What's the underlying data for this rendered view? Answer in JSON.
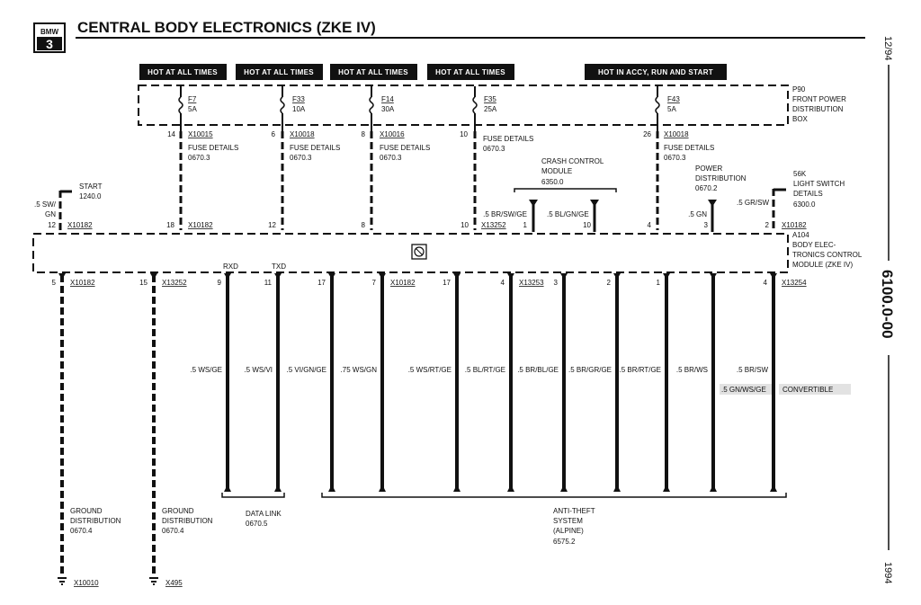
{
  "header": {
    "logo_top": "BMW",
    "logo_bottom": "3",
    "title": "CENTRAL BODY ELECTRONICS (ZKE IV)"
  },
  "side": {
    "date": "12/94",
    "section": "6100.0-00",
    "year": "1994"
  },
  "power_headers": [
    "HOT AT ALL TIMES",
    "HOT AT ALL TIMES",
    "HOT AT ALL TIMES",
    "HOT AT ALL TIMES",
    "HOT IN ACCY, RUN AND START"
  ],
  "fuse_box": {
    "id": "P90",
    "line1": "FRONT POWER",
    "line2": "DISTRIBUTION",
    "line3": "BOX",
    "fuses": [
      {
        "name": "F7",
        "amps": "5A",
        "pin": "14",
        "connector": "X10015",
        "d1": "FUSE DETAILS",
        "d2": "0670.3",
        "bottom_pin": "18",
        "bottom_conn": "X10182"
      },
      {
        "name": "F33",
        "amps": "10A",
        "pin": "6",
        "connector": "X10018",
        "d1": "FUSE DETAILS",
        "d2": "0670.3",
        "bottom_pin": "12",
        "bottom_conn": ""
      },
      {
        "name": "F14",
        "amps": "30A",
        "pin": "8",
        "connector": "X10016",
        "d1": "FUSE DETAILS",
        "d2": "0670.3",
        "bottom_pin": "8",
        "bottom_conn": ""
      },
      {
        "name": "F35",
        "amps": "25A",
        "pin": "10",
        "connector": "",
        "d1": "FUSE DETAILS",
        "d2": "0670.3",
        "bottom_pin": "10",
        "bottom_conn": "X13252"
      },
      {
        "name": "F43",
        "amps": "5A",
        "pin": "26",
        "connector": "X10018",
        "d1": "FUSE DETAILS",
        "d2": "0670.3",
        "bottom_pin": "4",
        "bottom_conn": ""
      }
    ]
  },
  "start": {
    "label": "START",
    "ref": "1240.0",
    "wire1": ".5 SW/",
    "wire2": "GN",
    "pin": "12",
    "conn": "X10182"
  },
  "crash": {
    "line1": "CRASH CONTROL",
    "line2": "MODULE",
    "ref": "6350.0",
    "wire_a": ".5 BR/SW/GE",
    "pin_a": "1",
    "wire_b": ".5 BL/GN/GE",
    "pin_b": "10"
  },
  "power_dist": {
    "line1": "POWER",
    "line2": "DISTRIBUTION",
    "ref": "0670.2",
    "wire": ".5 GN",
    "pin": "3"
  },
  "light_switch": {
    "code": "56K",
    "line1": "LIGHT SWITCH",
    "line2": "DETAILS",
    "ref": "6300.0",
    "wire": ".5 GR/SW",
    "pin": "2",
    "conn": "X10182"
  },
  "module": {
    "id": "A104",
    "line1": "BODY ELEC-",
    "line2": "TRONICS CONTROL",
    "line3": "MODULE (ZKE IV)",
    "rxd": "RXD",
    "txd": "TXD"
  },
  "bottom_wires": [
    {
      "pin": "5",
      "conn": "X10182",
      "wire": ""
    },
    {
      "pin": "15",
      "conn": "X13252",
      "wire": ""
    },
    {
      "pin": "9",
      "conn": "",
      "wire": ".5 WS/GE"
    },
    {
      "pin": "11",
      "conn": "",
      "wire": ".5 WS/VI"
    },
    {
      "pin": "17",
      "conn": "",
      "wire": ".5 VI/GN/GE"
    },
    {
      "pin": "7",
      "conn": "X10182",
      "wire": ".75 WS/GN"
    },
    {
      "pin": "17",
      "conn": "",
      "wire": ".5 WS/RT/GE"
    },
    {
      "pin": "4",
      "conn": "X13253",
      "wire": ".5 BL/RT/GE"
    },
    {
      "pin": "3",
      "conn": "",
      "wire": ".5 BR/BL/GE"
    },
    {
      "pin": "2",
      "conn": "",
      "wire": ".5 BR/GR/GE"
    },
    {
      "pin": "1",
      "conn": "",
      "wire": ".5 BR/RT/GE"
    },
    {
      "pin": "",
      "conn": "",
      "wire": ".5 BR/WS"
    },
    {
      "pin": "4",
      "conn": "X13254",
      "wire": ".5 BR/SW"
    }
  ],
  "convertible": {
    "wire": ".5 GN/WS/GE",
    "label": "CONVERTIBLE"
  },
  "destinations": {
    "ground1_l1": "GROUND",
    "ground1_l2": "DISTRIBUTION",
    "ground1_ref": "0670.4",
    "ground1_conn": "X10010",
    "ground2_l1": "GROUND",
    "ground2_l2": "DISTRIBUTION",
    "ground2_ref": "0670.4",
    "ground2_conn": "X495",
    "datalink_l1": "DATA LINK",
    "datalink_ref": "0670.5",
    "antitheft_l1": "ANTI-THEFT",
    "antitheft_l2": "SYSTEM",
    "antitheft_l3": "(ALPINE)",
    "antitheft_ref": "6575.2"
  }
}
